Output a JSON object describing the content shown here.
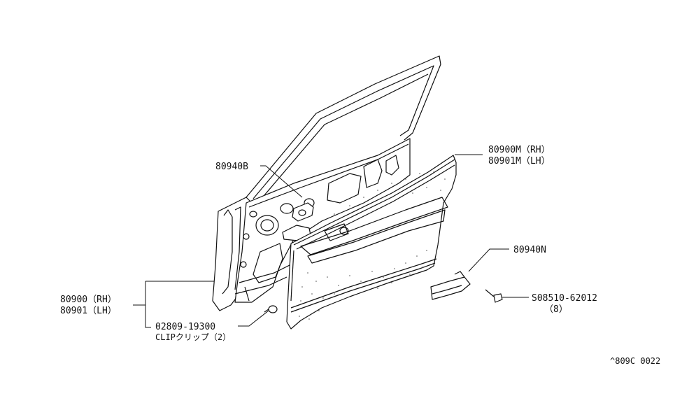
{
  "callouts": {
    "inner_panel": {
      "part_rh": "80900M（RH）",
      "part_lh": "80901M（LH）"
    },
    "bracket": {
      "part": "80940B"
    },
    "armrest": {
      "part": "80940N"
    },
    "screw": {
      "part": "S08510-62012",
      "qty": "（8）"
    },
    "door": {
      "part_rh": "80900（RH）",
      "part_lh": "80901（LH）"
    },
    "clip": {
      "part": "02809-19300",
      "name": "CLIPクリップ（2）"
    }
  },
  "footer": {
    "code": "^809C 0022"
  }
}
